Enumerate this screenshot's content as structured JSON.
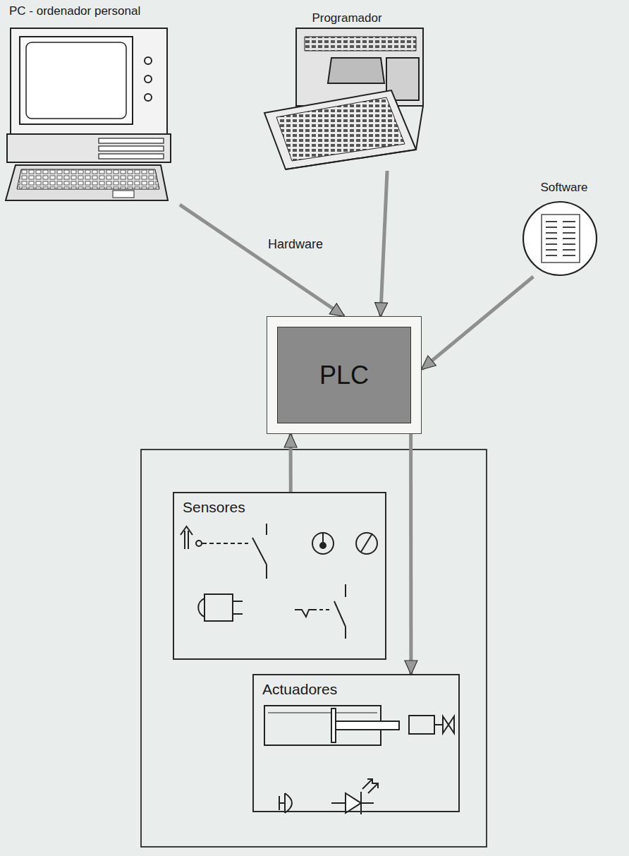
{
  "diagram": {
    "nodes": [
      {
        "text": [
          "PC - ordenador personal"
        ]
      },
      {
        "text": [
          "Programador"
        ]
      },
      {
        "text": [
          "Software"
        ]
      },
      {
        "text": [
          "PLC"
        ]
      },
      {
        "text": [
          "Sensores"
        ]
      },
      {
        "text": [
          "Actuadores"
        ]
      }
    ],
    "edges": [
      {
        "from": 0,
        "to": 3,
        "arrow": "to"
      },
      {
        "from": 1,
        "to": 3,
        "arrow": "to"
      },
      {
        "from": 2,
        "to": 3,
        "arrow": "to"
      },
      {
        "from": 4,
        "to": 3,
        "arrow": "to"
      },
      {
        "from": 3,
        "to": 5,
        "arrow": "to"
      }
    ],
    "labels": [
      "Hardware"
    ]
  }
}
